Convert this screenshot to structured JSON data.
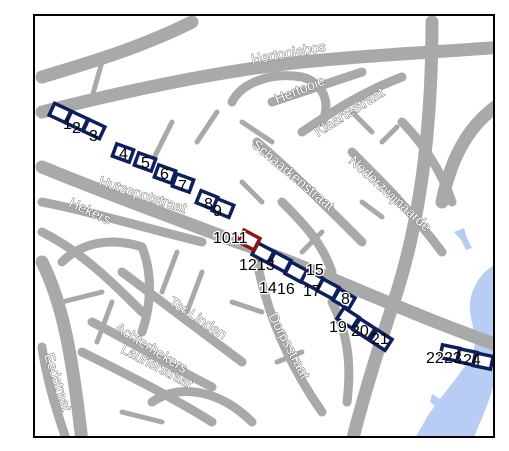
{
  "map": {
    "colors": {
      "background": "#ffffff",
      "road": "#a9a9a9",
      "water": "#b7cdf3",
      "segment_stroke": "#0d1f5c",
      "segment_fill": "#ffffff",
      "segment_highlight": "#8b1515",
      "frame": "#000000"
    },
    "street_labels": {
      "hertooiebos": "Hertooiebos",
      "hertooie": "Hertooie",
      "klaartestraat": "Klaartestraat",
      "schaarkenstraat": "Schaarkenstraat",
      "nederzwijnaarde": "Nederzwijnaarde",
      "hutsepotstraat": "Hutsepotstraat",
      "hekers": "Hekers",
      "ter_linden": "Ter Linden",
      "achterhekers": "Achterhekers",
      "laurierstraat": "Laurierstraat",
      "dorpsstraat": "Dorpsstraat",
      "eedstraat": "Eedstraat"
    },
    "segment_labels": {
      "s1": "1",
      "s2": "2",
      "s3": "3",
      "s4": "4",
      "s5": "5",
      "s6": "6",
      "s7": "7",
      "s8": "8",
      "s9": "9",
      "s10": "10",
      "s11": "11",
      "s12": "12",
      "s13": "13",
      "s14": "14",
      "s15": "15",
      "s16": "16",
      "s17": "17",
      "s19": "19",
      "s20": "20",
      "s21": "21",
      "s22": "22",
      "s23": "23",
      "s24": "24"
    }
  }
}
